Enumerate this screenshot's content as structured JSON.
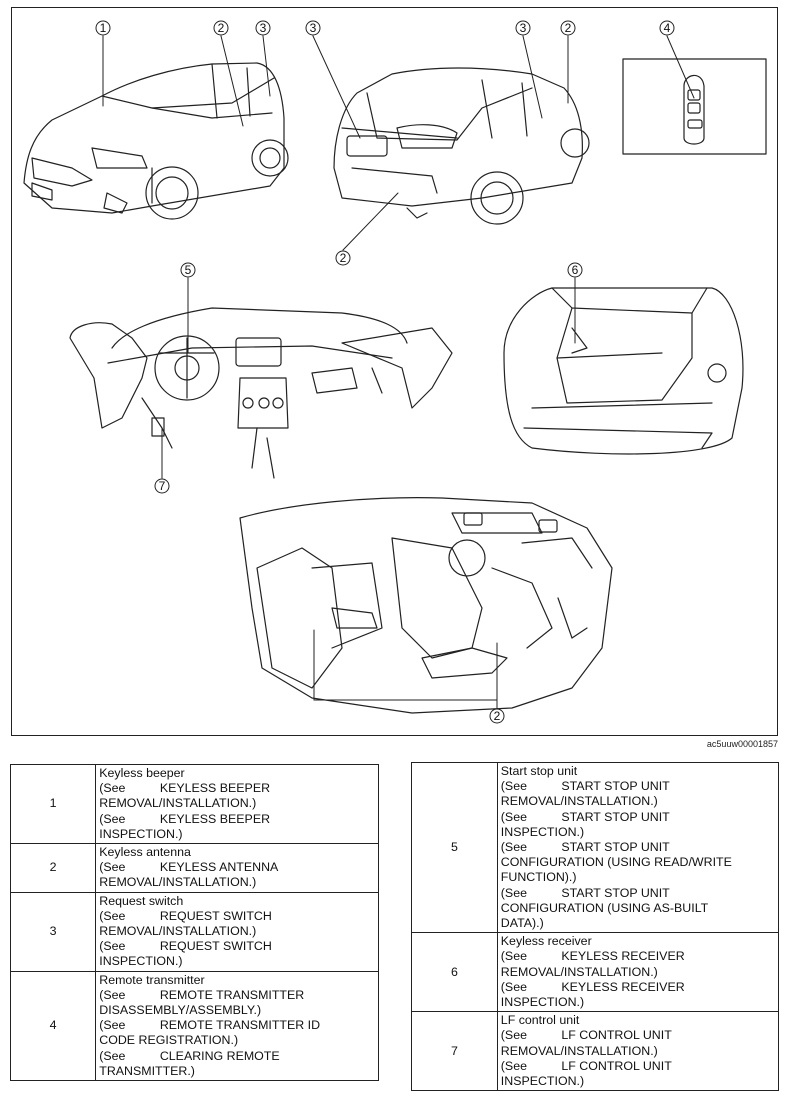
{
  "figure": {
    "callouts": [
      "1",
      "2",
      "3",
      "3",
      "3",
      "2",
      "4",
      "2",
      "5",
      "6",
      "7",
      "2"
    ],
    "figure_id": "ac5uuw00001857"
  },
  "left_table": [
    {
      "num": "1",
      "lines": [
        "Keyless beeper",
        "(See          KEYLESS BEEPER",
        "REMOVAL/INSTALLATION.)",
        "(See          KEYLESS BEEPER",
        "INSPECTION.)"
      ]
    },
    {
      "num": "2",
      "lines": [
        "Keyless antenna",
        "(See          KEYLESS ANTENNA",
        "REMOVAL/INSTALLATION.)"
      ]
    },
    {
      "num": "3",
      "lines": [
        "Request switch",
        "(See          REQUEST SWITCH",
        "REMOVAL/INSTALLATION.)",
        "(See          REQUEST SWITCH",
        "INSPECTION.)"
      ]
    },
    {
      "num": "4",
      "lines": [
        "Remote transmitter",
        "(See          REMOTE TRANSMITTER",
        "DISASSEMBLY/ASSEMBLY.)",
        "(See          REMOTE TRANSMITTER ID",
        "CODE REGISTRATION.)",
        "(See          CLEARING REMOTE",
        "TRANSMITTER.)"
      ]
    }
  ],
  "right_table": [
    {
      "num": "5",
      "lines": [
        "Start stop unit",
        "(See          START STOP UNIT",
        "REMOVAL/INSTALLATION.)",
        "(See          START STOP UNIT",
        "INSPECTION.)",
        "(See          START STOP UNIT",
        "CONFIGURATION (USING READ/WRITE",
        "FUNCTION).)",
        "(See          START STOP UNIT",
        "CONFIGURATION (USING AS-BUILT",
        "DATA).)"
      ]
    },
    {
      "num": "6",
      "lines": [
        "Keyless receiver",
        "(See          KEYLESS RECEIVER",
        "REMOVAL/INSTALLATION.)",
        "(See          KEYLESS RECEIVER",
        "INSPECTION.)"
      ]
    },
    {
      "num": "7",
      "lines": [
        "LF control unit",
        "(See          LF CONTROL UNIT",
        "REMOVAL/INSTALLATION.)",
        "(See          LF CONTROL UNIT",
        "INSPECTION.)"
      ]
    }
  ]
}
